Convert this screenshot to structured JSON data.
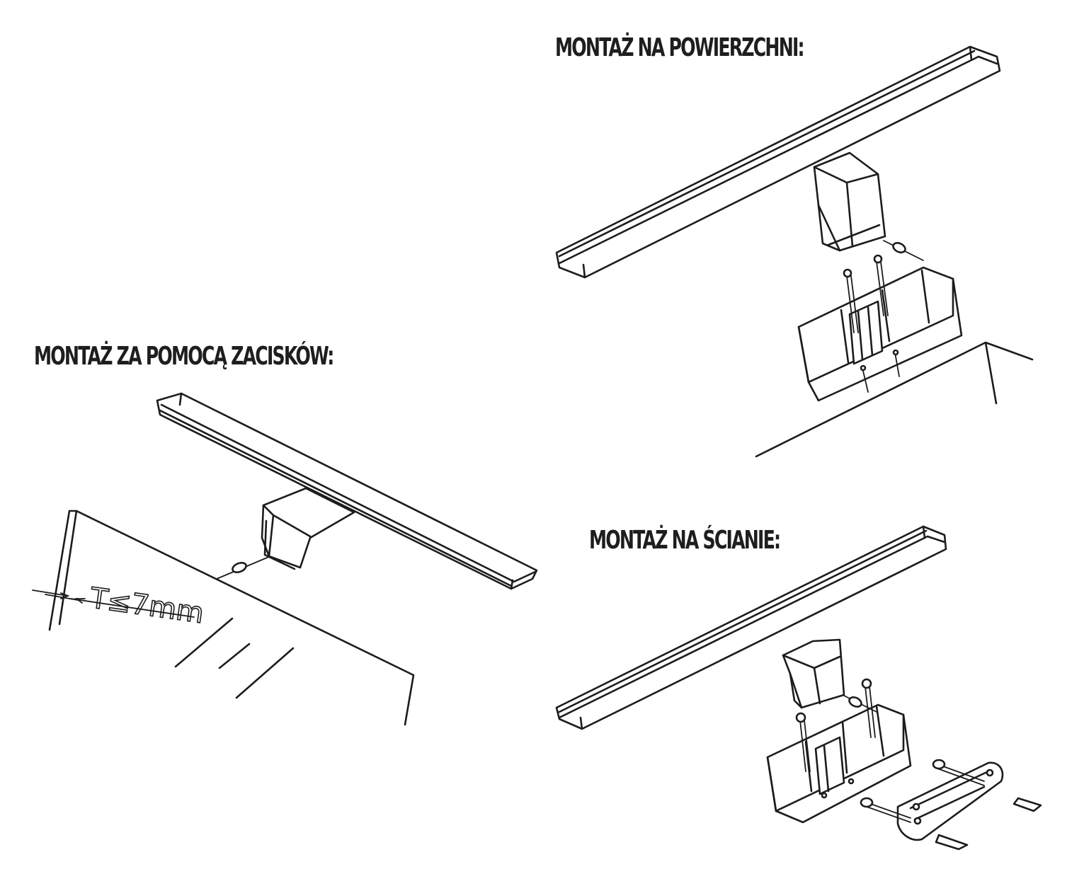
{
  "sections": {
    "surface": {
      "title": "MONTAŻ NA POWIERZCHNI:"
    },
    "clamp": {
      "title": "MONTAŻ ZA POMOCĄ ZACISKÓW:",
      "dimension": "T≤7mm"
    },
    "wall": {
      "title": "MONTAŻ NA ŚCIANIE:"
    }
  },
  "colors": {
    "line": "#1c1c1c",
    "background": "#ffffff"
  }
}
